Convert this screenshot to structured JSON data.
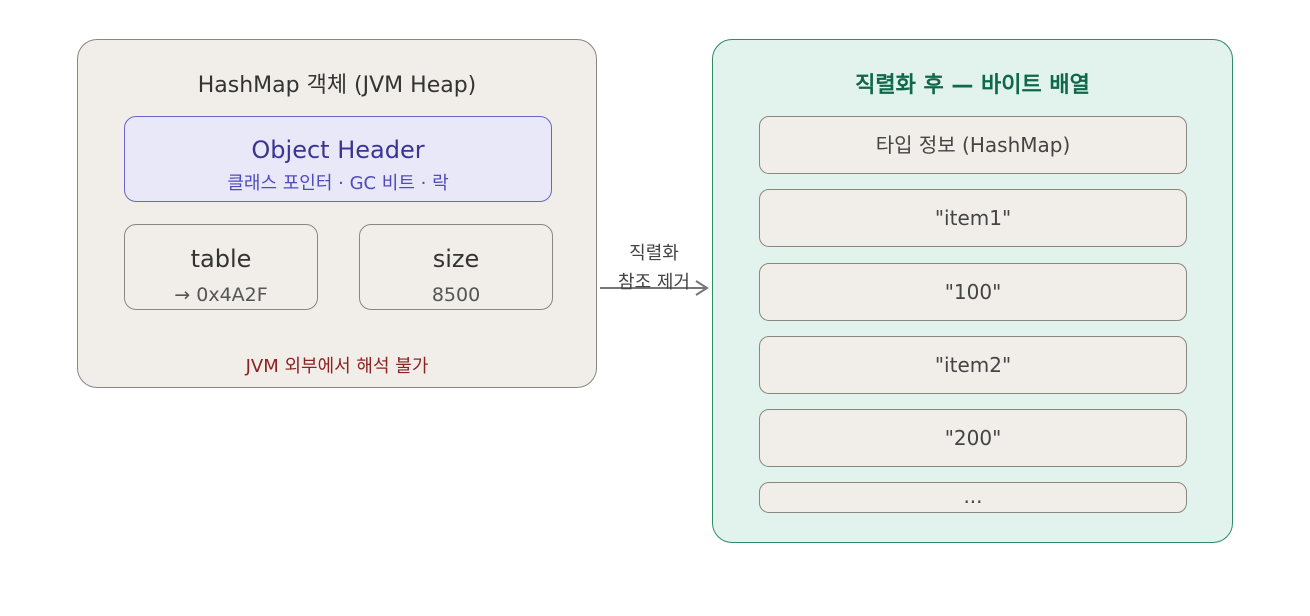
{
  "heap": {
    "title": "HashMap 객체 (JVM Heap)",
    "object_header": {
      "title": "Object Header",
      "subtitle": "클래스 포인터 · GC 비트 · 락"
    },
    "fields": [
      {
        "name": "table",
        "value": "→ 0x4A2F"
      },
      {
        "name": "size",
        "value": "8500"
      }
    ],
    "note": "JVM 외부에서 해석 불가"
  },
  "arrow": {
    "line1": "직렬화",
    "line2": "참조 제거"
  },
  "serialized": {
    "title": "직렬화 후 — 바이트 배열",
    "rows": [
      "타입 정보 (HashMap)",
      "\"item1\"",
      "\"100\"",
      "\"item2\"",
      "\"200\"",
      "..."
    ]
  },
  "colors": {
    "heap_fill": "#f1eee9",
    "header_fill": "#e8e8f8",
    "header_text": "#3b3493",
    "serial_fill": "#e1f3ec",
    "serial_title": "#11674a",
    "note_text": "#8c2222"
  }
}
